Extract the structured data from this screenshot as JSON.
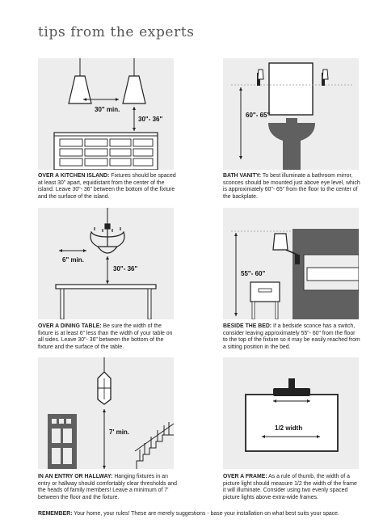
{
  "title": "tips from the experts",
  "panels": [
    {
      "heading": "OVER A KITCHEN ISLAND:",
      "body": "Fixtures should be spaced at least 30\" apart, equidistant from the center of the island. Leave 30\"- 36\" between the bottom of the fixture and the surface of the island.",
      "labels": [
        "30\" min.",
        "30\"- 36\""
      ]
    },
    {
      "heading": "BATH VANITY:",
      "body": "To best illuminate a bathroom mirror, sconces should be mounted just above eye level, which is approximately 60\"- 65\" from the floor to the center of the backplate.",
      "labels": [
        "60\"- 65\""
      ]
    },
    {
      "heading": "OVER A DINING TABLE:",
      "body": "Be sure the width of the fixture is at least 6\" less than the width of your table on all sides. Leave 30\"- 36\" between the bottom of the fixture and the surface of the table.",
      "labels": [
        "6\" min.",
        "30\"- 36\""
      ]
    },
    {
      "heading": "BESIDE THE BED:",
      "body": "If a bedside sconce has a switch, consider leaving approximately 55\"- 60\" from the floor to the top of the fixture so it may be easily reached from a sitting position in the bed.",
      "labels": [
        "55\"- 60\""
      ]
    },
    {
      "heading": "IN AN ENTRY OR HALLWAY:",
      "body": "Hanging fixtures in an entry or hallway should comfortably clear thresholds and the heads of family members! Leave a minimum of 7' between the floor and the fixture.",
      "labels": [
        "7' min."
      ]
    },
    {
      "heading": "OVER A FRAME:",
      "body": "As a rule of thumb, the width of a picture light should measure 1/2 the width of the frame it will illuminate. Consider using two evenly spaced picture lights above extra-wide frames.",
      "labels": [
        "1/2 width"
      ]
    }
  ],
  "footer": {
    "heading": "REMEMBER:",
    "body": "Your home, your rules! These are merely suggestions  -  base your installation on what best suits your space."
  }
}
